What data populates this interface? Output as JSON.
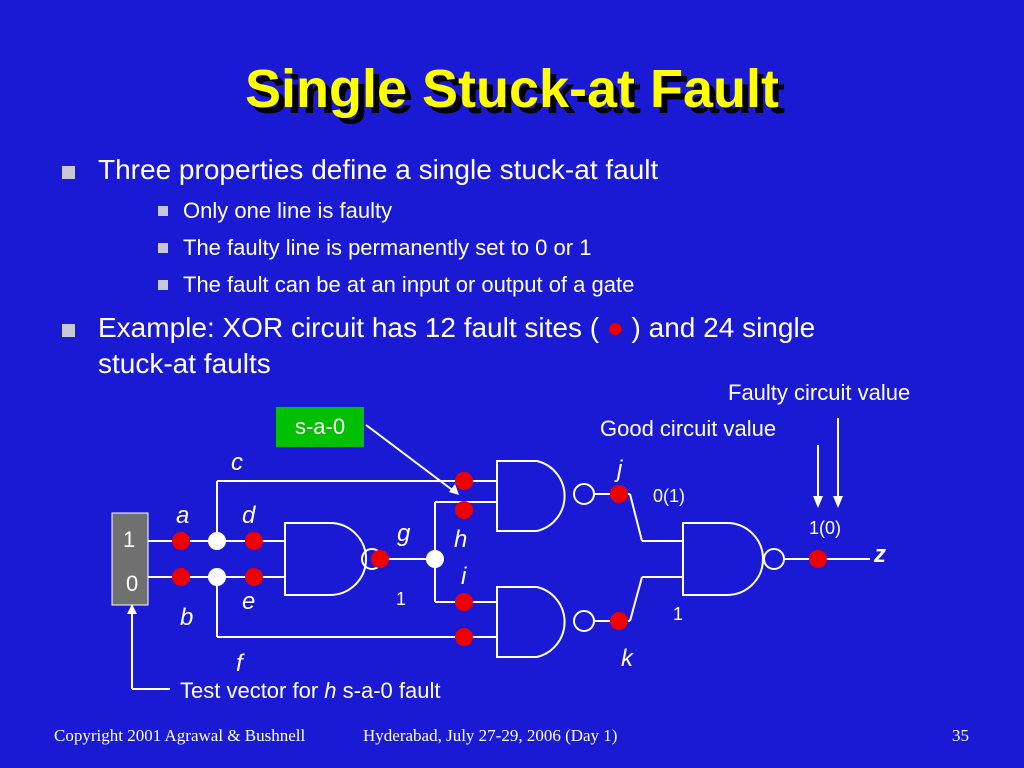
{
  "slide": {
    "title": "Single Stuck-at Fault",
    "bullets": [
      {
        "text": "Three properties define a single stuck-at fault",
        "sub": [
          "Only one line is faulty",
          "The faulty line is permanently set to 0 or 1",
          "The fault can be at an input or output of a gate"
        ]
      },
      {
        "text_pre": "Example: XOR circuit has 12 fault sites ( ",
        "dot": "●",
        "text_post": " ) and 24 single",
        "text_line2": "stuck-at faults"
      }
    ],
    "footer": {
      "left": "Copyright 2001 Agrawal & Bushnell",
      "center": "Hyderabad, July 27-29, 2006 (Day 1)",
      "page": "35"
    }
  },
  "diagram": {
    "fault_box": "s-a-0",
    "faulty_label": "Faulty circuit value",
    "good_label": "Good circuit value",
    "input_vector": [
      "1",
      "0"
    ],
    "signals": {
      "a": "a",
      "b": "b",
      "c": "c",
      "d": "d",
      "e": "e",
      "f": "f",
      "g": "g",
      "h": "h",
      "i": "i",
      "j": "j",
      "k": "k",
      "z": "z"
    },
    "values": {
      "j": "0(1)",
      "z": "1(0)",
      "g": "1",
      "k": "1"
    },
    "test_vector_pre": "Test vector for ",
    "test_vector_sig": "h",
    "test_vector_post": " s-a-0 fault"
  },
  "colors": {
    "background": "#1a1ad4",
    "title": "#ffff00",
    "fault_site": "#ee0000",
    "fault_box": "#00c000",
    "input_box": "#707070"
  }
}
